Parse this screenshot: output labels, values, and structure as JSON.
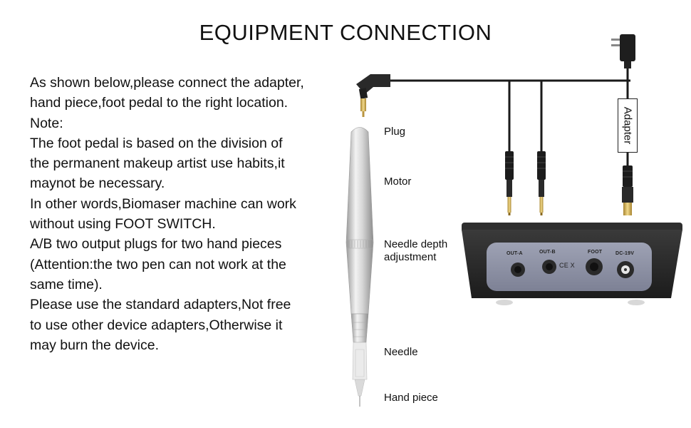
{
  "title": "EQUIPMENT CONNECTION",
  "instructions": [
    "As shown below,please connect the adapter,",
    "hand piece,foot pedal to the right location.",
    "Note:",
    "The foot pedal is based on the division of",
    "the permanent makeup artist use habits,it",
    "maynot be necessary.",
    "In other words,Biomaser machine can work",
    "without using FOOT SWITCH.",
    "A/B two output plugs for two hand pieces",
    "(Attention:the two pen can not work at the",
    "same time).",
    "Please use the standard adapters,Not free",
    "to use other device adapters,Otherwise it",
    "may burn the device."
  ],
  "pen_labels": {
    "plug": "Plug",
    "motor": "Motor",
    "needle_depth_1": "Needle depth",
    "needle_depth_2": "adjustment",
    "needle": "Needle",
    "hand_piece": "Hand piece"
  },
  "adapter_label": "Adapter",
  "ports": {
    "out_a": "OUT-A",
    "out_b": "OUT-B",
    "foot": "FOOT",
    "dc": "DC-19V",
    "marks": "CE X"
  },
  "colors": {
    "cable": "#1a1a1a",
    "box_body": "#2a2a2a",
    "box_panel": "#8c90a3",
    "pen_silver": "#c8c8c8",
    "gold": "#c9a64a"
  }
}
